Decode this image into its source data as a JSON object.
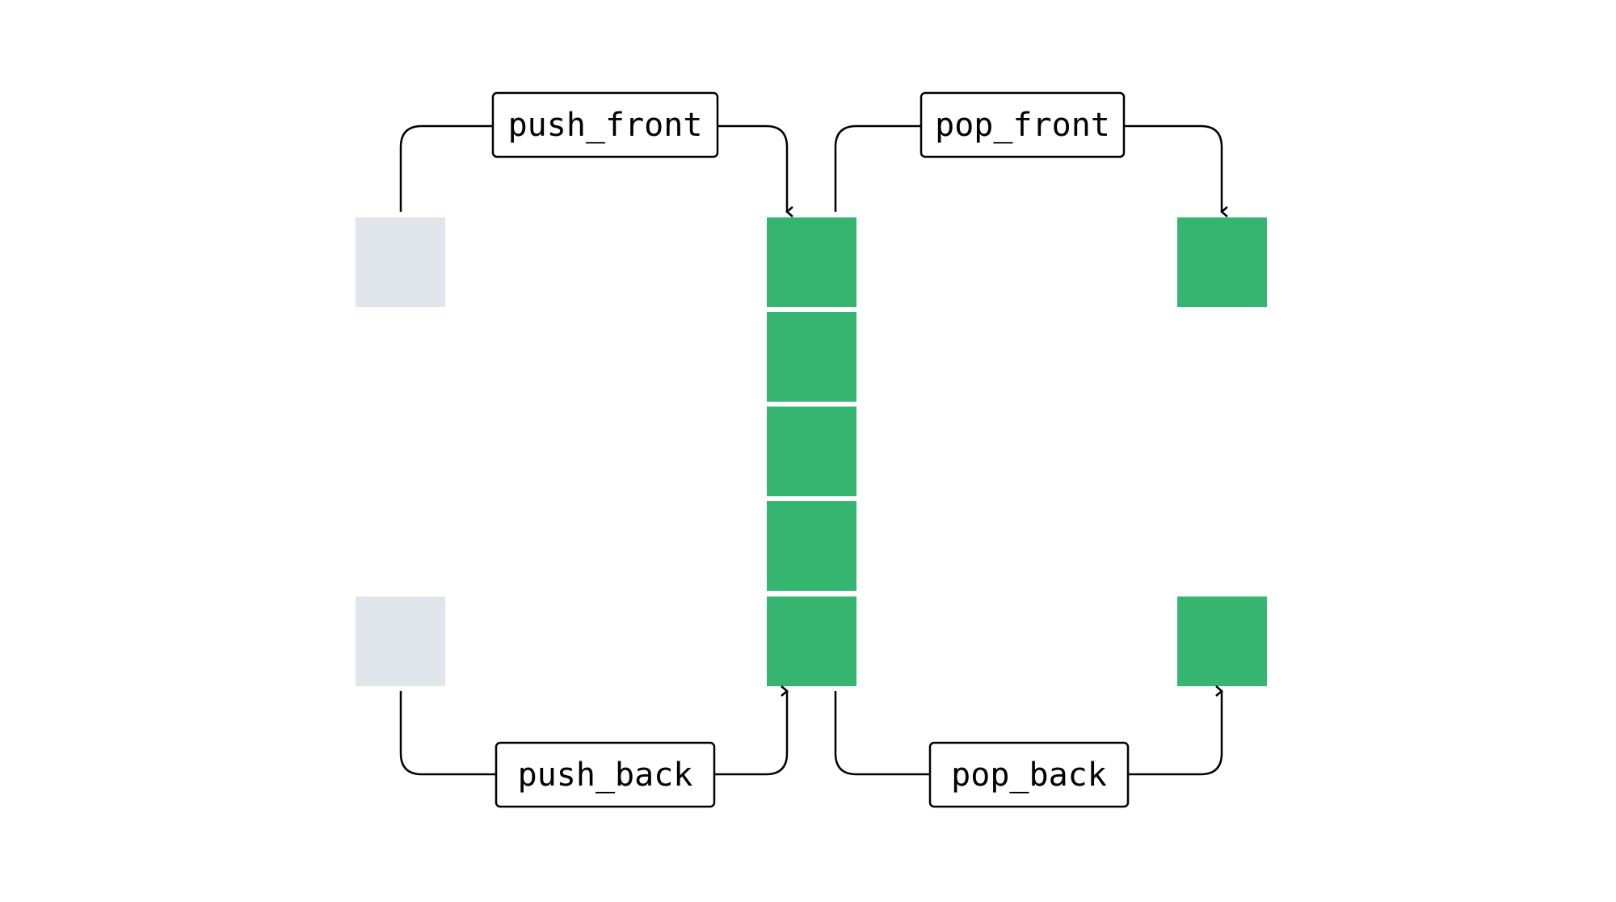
{
  "operations": {
    "push_front": "push_front",
    "pop_front": "pop_front",
    "push_back": "push_back",
    "pop_back": "pop_back"
  },
  "colors": {
    "element": "#36b571",
    "empty_slot": "#e0e5eb",
    "line": "#000000",
    "background": "#ffffff"
  },
  "deque_length": 5
}
